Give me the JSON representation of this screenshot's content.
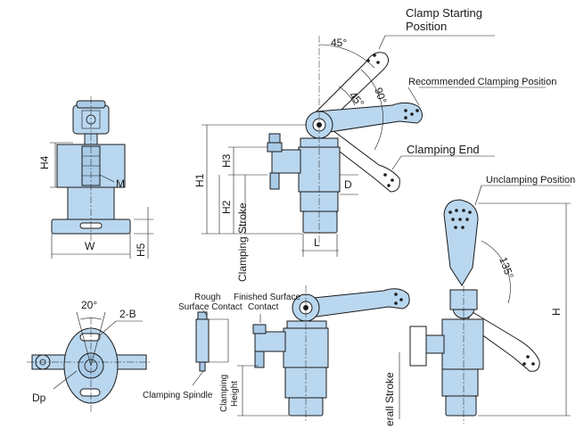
{
  "colors": {
    "part_fill": "#b9d7ef",
    "line": "#1a1a1a",
    "background": "#ffffff"
  },
  "labels": {
    "clamp_starting_position_1": "Clamp Starting",
    "clamp_starting_position_2": "Position",
    "recommended_clamping_position": "Recommended Clamping Position",
    "clamping_end": "Clamping End",
    "unclamping_position": "Unclamping Position",
    "angle_45_top": "45°",
    "angle_45_inner": "45°",
    "angle_90": "90°",
    "angle_135": "135°",
    "angle_20": "20°",
    "h4": "H4",
    "m": "M",
    "w": "W",
    "h5": "H5",
    "h1": "H1",
    "h3": "H3",
    "h2": "H2",
    "d": "D",
    "l": "L",
    "h": "H",
    "clamping_stroke": "Clamping Stroke",
    "two_b": "2-B",
    "dp": "Dp",
    "rough_surface_contact_1": "Rough",
    "rough_surface_contact_2": "Surface Contact",
    "finished_surface_contact_1": "Finished Surface",
    "finished_surface_contact_2": "Contact",
    "clamping_spindle": "Clamping Spindle",
    "clamping_height_1": "Clamping",
    "clamping_height_2": "Height",
    "overall_stroke": "erall Stroke"
  }
}
